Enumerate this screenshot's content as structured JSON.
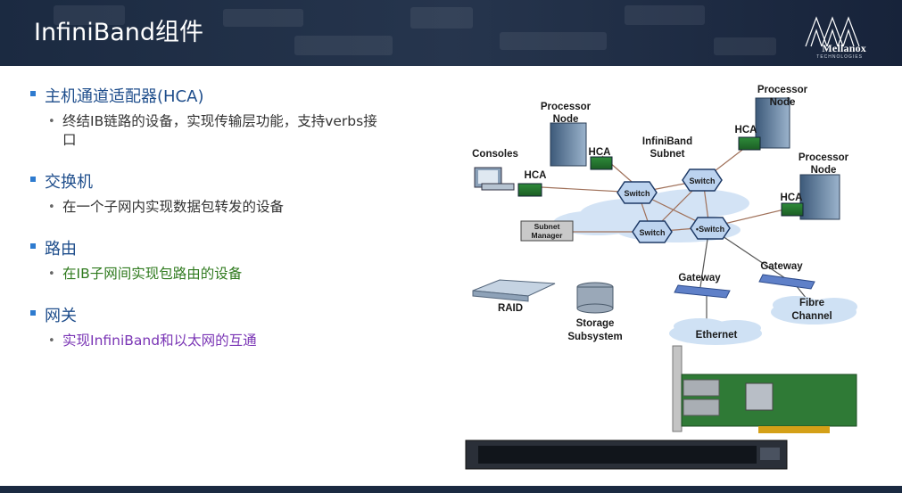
{
  "slide": {
    "title": "InfiniBand组件",
    "logo": {
      "name": "Mellanox",
      "tagline": "TECHNOLOGIES"
    }
  },
  "bullets": [
    {
      "heading": "主机通道适配器(HCA)",
      "sub": "终结IB链路的设备，实现传输层功能，支持verbs接口",
      "sub_color": "#333333"
    },
    {
      "heading": "交换机",
      "sub": "在一个子网内实现数据包转发的设备",
      "sub_color": "#333333"
    },
    {
      "heading": "路由",
      "sub": "在IB子网间实现包路由的设备",
      "sub_color": "#2f7a1e"
    },
    {
      "heading": "网关",
      "sub": "实现InfiniBand和以太网的互通",
      "sub_color": "#7a35b5"
    }
  ],
  "diagram": {
    "processor_node": "Processor Node",
    "processor_node_line1": "Processor",
    "processor_node_line2": "Node",
    "consoles": "Consoles",
    "hca": "HCA",
    "subnet_line1": "InfiniBand",
    "subnet_line2": "Subnet",
    "switch": "Switch",
    "switch_marked": "•Switch",
    "subnet_manager_line1": "Subnet",
    "subnet_manager_line2": "Manager",
    "gateway": "Gateway",
    "raid": "RAID",
    "storage_line1": "Storage",
    "storage_line2": "Subsystem",
    "ethernet": "Ethernet",
    "fibre_line1": "Fibre",
    "fibre_line2": "Channel"
  },
  "colors": {
    "header": "#1b2a41",
    "heading": "#1f4e8c",
    "bullet": "#2e7bcf",
    "switch_fill": "#bcd3ef"
  }
}
